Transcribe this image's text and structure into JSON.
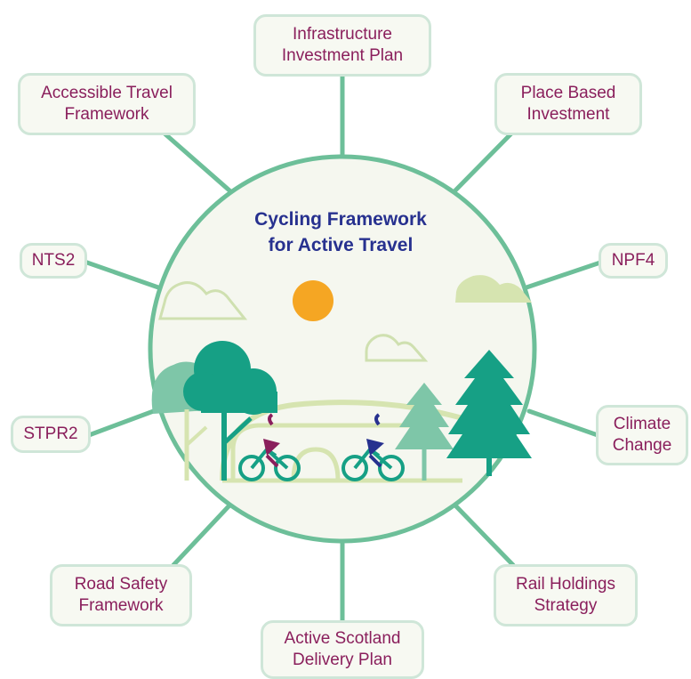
{
  "title": "Cycling Framework\nfor Active Travel",
  "nodes": [
    {
      "label": "Infrastructure\nInvestment Plan"
    },
    {
      "label": "Accessible Travel\nFramework"
    },
    {
      "label": "Place Based\nInvestment"
    },
    {
      "label": "NTS2"
    },
    {
      "label": "NPF4"
    },
    {
      "label": "STPR2"
    },
    {
      "label": "Climate\nChange"
    },
    {
      "label": "Road Safety\nFramework"
    },
    {
      "label": "Rail Holdings\nStrategy"
    },
    {
      "label": "Active Scotland\nDelivery Plan"
    }
  ],
  "colors": {
    "connector": "#6dbf99",
    "circle_fill": "#f5f7ef",
    "circle_stroke": "#6dbf99",
    "node_text": "#8a1f5c",
    "title_text": "#27318f",
    "sun": "#f5a623"
  }
}
